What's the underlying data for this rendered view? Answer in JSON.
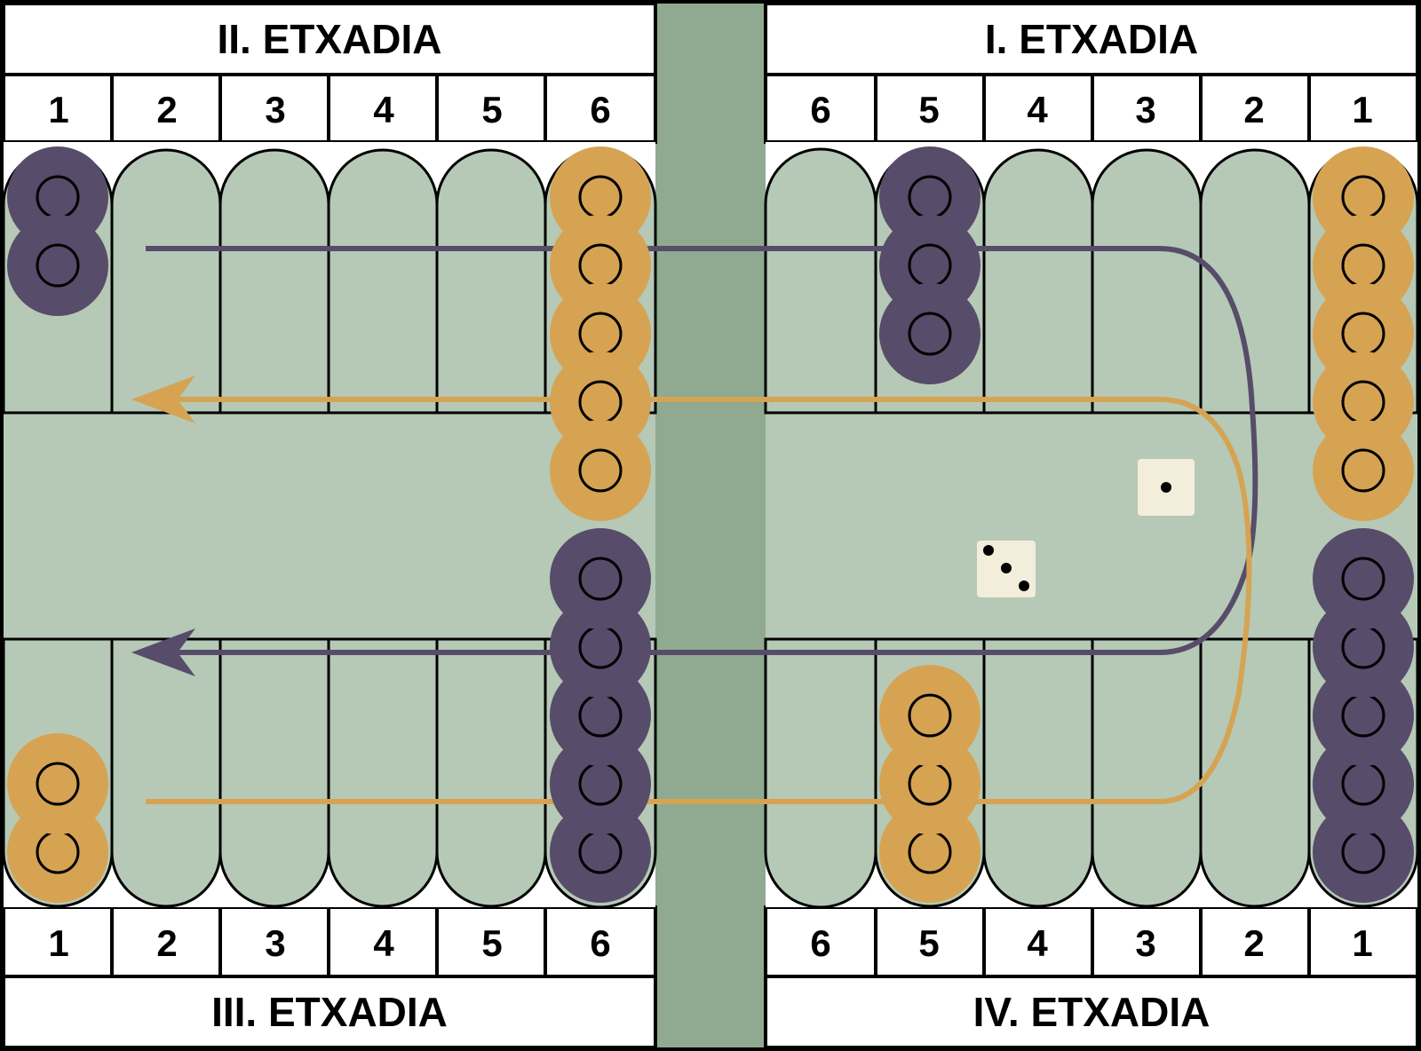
{
  "quadrants": {
    "top_left": "II. ETXADIA",
    "top_right": "I. ETXADIA",
    "bottom_left": "III. ETXADIA",
    "bottom_right": "IV. ETXADIA"
  },
  "point_numbers": {
    "left": [
      "1",
      "2",
      "3",
      "4",
      "5",
      "6"
    ],
    "right": [
      "6",
      "5",
      "4",
      "3",
      "2",
      "1"
    ]
  },
  "checkers": {
    "dark": [
      {
        "column": 0,
        "half": "top",
        "count": 2
      },
      {
        "column": 7,
        "half": "top",
        "count": 3
      },
      {
        "column": 5,
        "half": "bottom",
        "count": 5
      },
      {
        "column": 11,
        "half": "bottom",
        "count": 5
      }
    ],
    "light": [
      {
        "column": 5,
        "half": "top",
        "count": 5
      },
      {
        "column": 11,
        "half": "top",
        "count": 5
      },
      {
        "column": 0,
        "half": "bottom",
        "count": 2
      },
      {
        "column": 7,
        "half": "bottom",
        "count": 3
      }
    ]
  },
  "dice": [
    1,
    3
  ],
  "colors": {
    "dark_checker": "#574c69",
    "light_checker": "#d6a353",
    "point": "#b5c9b6",
    "bar": "#8faa90",
    "board_border": "#000000",
    "background": "#ffffff",
    "die": "#f2eedb"
  }
}
